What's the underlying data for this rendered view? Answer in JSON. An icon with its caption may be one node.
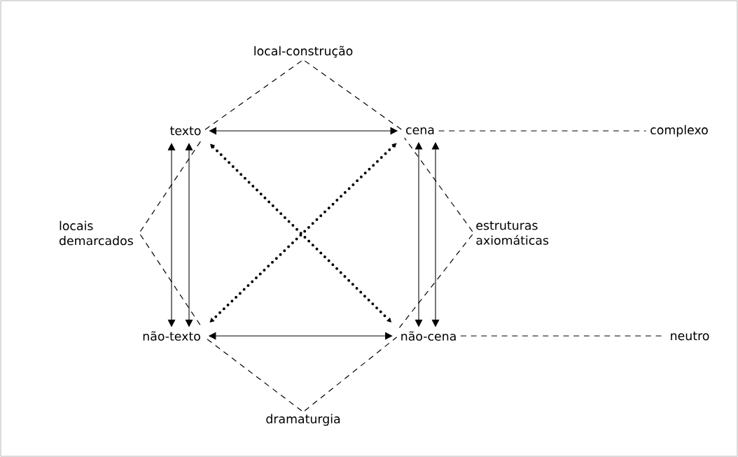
{
  "diagram": {
    "nodes": [
      {
        "text": [
          "local-construção"
        ]
      },
      {
        "text": [
          "texto"
        ]
      },
      {
        "text": [
          "cena"
        ]
      },
      {
        "text": [
          "complexo"
        ]
      },
      {
        "text": [
          "locais demarcados"
        ]
      },
      {
        "text": [
          "estruturas axiomáticas"
        ]
      },
      {
        "text": [
          "não-texto"
        ]
      },
      {
        "text": [
          "não-cena"
        ]
      },
      {
        "text": [
          "neutro"
        ]
      },
      {
        "text": [
          "dramaturgia"
        ]
      }
    ],
    "edges": [
      {
        "from": 1,
        "to": 2,
        "arrow": "both"
      },
      {
        "from": 6,
        "to": 7,
        "arrow": "both"
      },
      {
        "from": 1,
        "to": 6,
        "arrow": "both"
      },
      {
        "from": 1,
        "to": 6,
        "arrow": "both"
      },
      {
        "from": 2,
        "to": 7,
        "arrow": "both"
      },
      {
        "from": 2,
        "to": 7,
        "arrow": "both"
      },
      {
        "from": 1,
        "to": 7,
        "arrow": "both",
        "style": "dashed"
      },
      {
        "from": 2,
        "to": 6,
        "arrow": "both",
        "style": "dashed"
      },
      {
        "from": 0,
        "to": 1,
        "arrow": "none",
        "style": "dashed"
      },
      {
        "from": 0,
        "to": 2,
        "arrow": "none",
        "style": "dashed"
      },
      {
        "from": 4,
        "to": 1,
        "arrow": "none",
        "style": "dashed"
      },
      {
        "from": 4,
        "to": 6,
        "arrow": "none",
        "style": "dashed"
      },
      {
        "from": 5,
        "to": 2,
        "arrow": "none",
        "style": "dashed"
      },
      {
        "from": 5,
        "to": 7,
        "arrow": "none",
        "style": "dashed"
      },
      {
        "from": 9,
        "to": 6,
        "arrow": "none",
        "style": "dashed"
      },
      {
        "from": 9,
        "to": 7,
        "arrow": "none",
        "style": "dashed"
      },
      {
        "from": 2,
        "to": 3,
        "arrow": "none",
        "style": "dashed"
      },
      {
        "from": 7,
        "to": 8,
        "arrow": "none",
        "style": "dashed"
      }
    ]
  }
}
